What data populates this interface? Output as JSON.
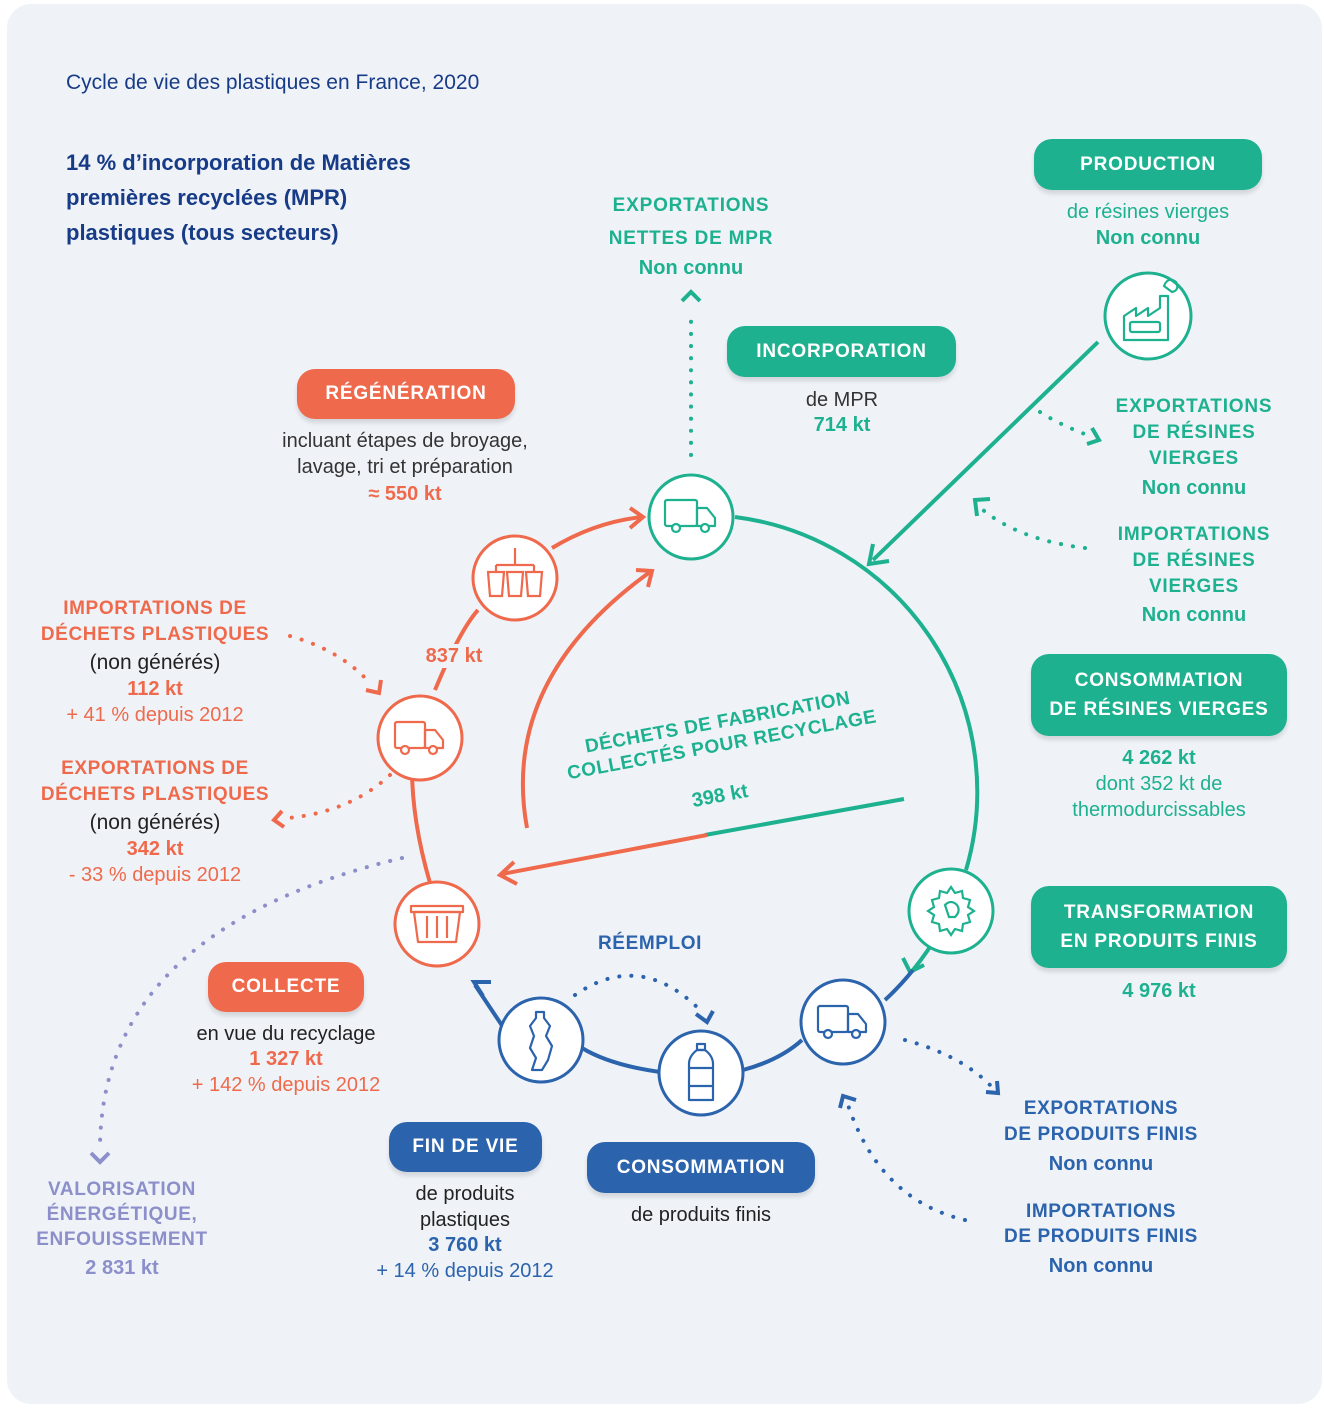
{
  "title": "Cycle de vie des plastiques en France, 2020",
  "headline": [
    "14 % d’incorporation de Matières",
    "premières recyclées (MPR)",
    "plastiques (tous secteurs)"
  ],
  "colors": {
    "teal": "#1db18f",
    "orange": "#ef6a4c",
    "blue": "#2b63ad",
    "lavender": "#8c8fc9",
    "background": "#eff3f8"
  },
  "production": {
    "label": "PRODUCTION",
    "sub": "de résines vierges",
    "value": "Non connu"
  },
  "exportations_mpr": {
    "line1": "EXPORTATIONS",
    "line2": "NETTES DE MPR",
    "value": "Non connu"
  },
  "incorporation": {
    "label": "INCORPORATION",
    "sub": "de MPR",
    "value": "714 kt"
  },
  "regeneration": {
    "label": "RÉGÉNÉRATION",
    "sub1": "incluant étapes de broyage,",
    "sub2": "lavage, tri et préparation",
    "value": "≈ 550 kt"
  },
  "export_resines": {
    "line1": "EXPORTATIONS",
    "line2": "DE RÉSINES",
    "line3": "VIERGES",
    "value": "Non connu"
  },
  "import_resines": {
    "line1": "IMPORTATIONS",
    "line2": "DE RÉSINES",
    "line3": "VIERGES",
    "value": "Non connu"
  },
  "consommation_resines": {
    "line1": "CONSOMMATION",
    "line2": "DE RÉSINES VIERGES",
    "value": "4 262 kt",
    "sub1": "dont 352 kt de",
    "sub2": "thermodurcissables"
  },
  "transformation": {
    "line1": "TRANSFORMATION",
    "line2": "EN PRODUITS FINIS",
    "value": "4 976 kt"
  },
  "import_dechets": {
    "line1": "IMPORTATIONS DE",
    "line2": "DÉCHETS PLASTIQUES",
    "sub": "(non générés)",
    "value": "112 kt",
    "change": "+ 41 % depuis 2012"
  },
  "export_dechets": {
    "line1": "EXPORTATIONS DE",
    "line2": "DÉCHETS PLASTIQUES",
    "sub": "(non générés)",
    "value": "342 kt",
    "change": "- 33 % depuis 2012"
  },
  "flow_837": "837 kt",
  "dechets_fabrication": {
    "line1": "DÉCHETS DE FABRICATION",
    "line2": "COLLECTÉS POUR RECYCLAGE",
    "value": "398 kt"
  },
  "reemploi": "RÉEMPLOI",
  "collecte": {
    "label": "COLLECTE",
    "sub": "en vue du recyclage",
    "value": "1 327 kt",
    "change": "+ 142 % depuis 2012"
  },
  "fin_de_vie": {
    "label": "FIN DE VIE",
    "sub1": "de produits",
    "sub2": "plastiques",
    "value": "3 760 kt",
    "change": "+ 14 % depuis 2012"
  },
  "consommation": {
    "label": "CONSOMMATION",
    "sub": "de produits finis"
  },
  "export_produits": {
    "line1": "EXPORTATIONS",
    "line2": "DE PRODUITS FINIS",
    "value": "Non connu"
  },
  "import_produits": {
    "line1": "IMPORTATIONS",
    "line2": "DE PRODUITS FINIS",
    "value": "Non connu"
  },
  "valorisation": {
    "line1": "VALORISATION",
    "line2": "ÉNERGÉTIQUE,",
    "line3": "ENFOUISSEMENT",
    "value": "2 831 kt"
  }
}
